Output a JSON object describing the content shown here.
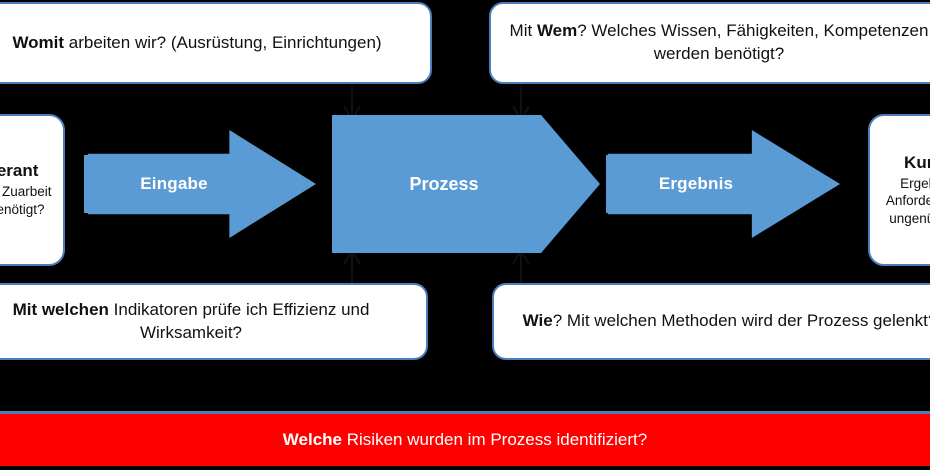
{
  "diagram": {
    "type": "turtle-process-diagram",
    "accent_blue": "#5b9bd5",
    "border_blue": "#4a7ebb",
    "risk_red": "#ff0000",
    "box_white": "#ffffff"
  },
  "boxes": {
    "equipment": {
      "name": "equipment-question-box",
      "bold": "Womit",
      "rest": " arbeiten wir? (Ausrüstung, Einrichtungen)"
    },
    "people": {
      "name": "people-question-box",
      "lead": "Mit ",
      "bold": "Wem",
      "rest": "? Welches Wissen, Fähigkeiten, Kompetenzen werden benötigt?"
    },
    "supplier": {
      "name": "supplier-box",
      "title": "Lieferant",
      "sub": "Welche Zuarbeit wird benötigt?"
    },
    "customer": {
      "name": "customer-box",
      "title": "Kunde",
      "sub": "Ergebnis / Anforderungen ungenügend?"
    },
    "indicators": {
      "name": "indicators-question-box",
      "bold": "Mit welchen",
      "rest": " Indikatoren prüfe ich Effizienz und Wirksamkeit?"
    },
    "methods": {
      "name": "methods-question-box",
      "bold": "Wie",
      "rest": "? Mit welchen Methoden wird der Prozess gelenkt?"
    }
  },
  "flow": {
    "input_label": "Eingabe",
    "process_label": "Prozess",
    "output_label": "Ergebnis"
  },
  "risk": {
    "bold": "Welche",
    "rest": " Risiken wurden im Prozess identifiziert?"
  }
}
